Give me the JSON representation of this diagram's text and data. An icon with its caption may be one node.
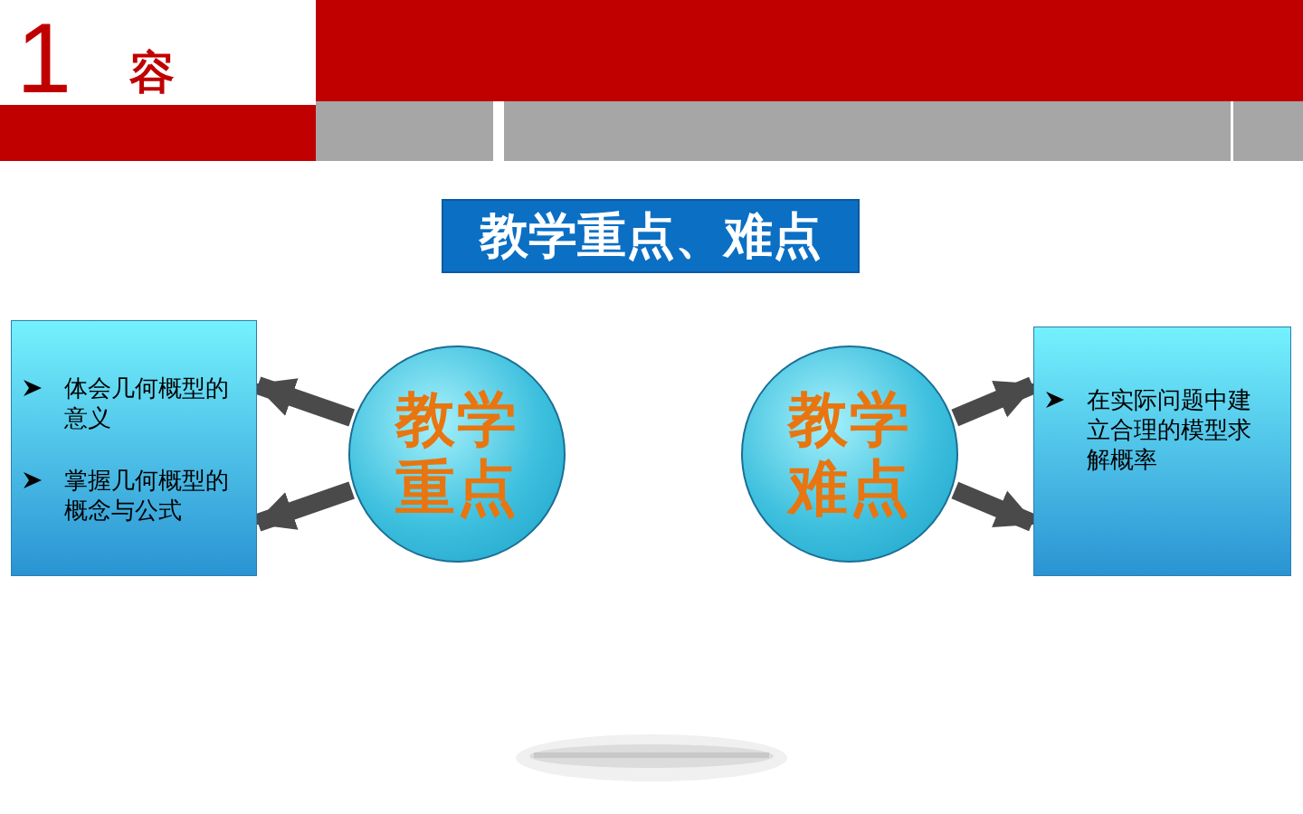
{
  "diagram": {
    "nodes": [
      {
        "text": [
          "教学重点、难点"
        ]
      },
      {
        "text": [
          "体会几何概型的意义",
          "掌握几何概型的概念与公式"
        ]
      },
      {
        "text": [
          "教学重点"
        ]
      },
      {
        "text": [
          "教学难点"
        ]
      },
      {
        "text": [
          "在实际问题中建立合理的模型求解概率"
        ]
      }
    ],
    "edges": [
      {
        "from": 2,
        "to": 1,
        "arrow": "to"
      },
      {
        "from": 2,
        "to": 1,
        "arrow": "to"
      },
      {
        "from": 3,
        "to": 4,
        "arrow": "to"
      },
      {
        "from": 3,
        "to": 4,
        "arrow": "to"
      }
    ],
    "labels": [
      "1",
      "容"
    ]
  }
}
